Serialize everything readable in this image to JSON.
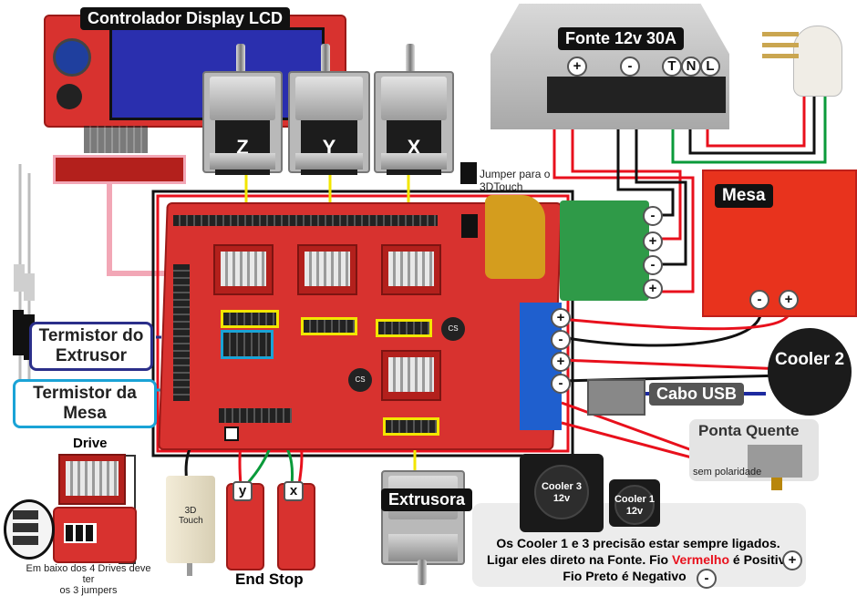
{
  "labels": {
    "lcd": "Controlador Display LCD",
    "psu": "Fonte 12v 30A",
    "psu_terms": [
      "+",
      "-",
      "T",
      "N",
      "L"
    ],
    "motor_z": "Z",
    "motor_y": "Y",
    "motor_x": "X",
    "jumper": "Jumper para o\n3DTouch",
    "mesa": "Mesa",
    "termistor_extrusor": "Termistor do\nExtrusor",
    "termistor_mesa": "Termistor da\nMesa",
    "cooler2": "Cooler 2",
    "cabo_usb": "Cabo USB",
    "ponta_quente": "Ponta Quente",
    "sem_polaridade": "sem polaridade",
    "drive": "Drive",
    "drive_note": "Em baixo dos 4 Drives deve ter\nos 3 jumpers",
    "end_stop": "End Stop",
    "endstop_y": "y",
    "endstop_x": "x",
    "touch": "3D Touch",
    "extrusora": "Extrusora",
    "cooler3": "Cooler 3\n12v",
    "cooler1": "Cooler 1\n12v",
    "note_line1": "Os Cooler 1 e 3 precisão estar sempre ligados.",
    "note_line2a": "Ligar eles direto na Fonte. Fio ",
    "note_line2b": "Vermelho",
    "note_line2c": " é Positivo",
    "note_line3": "Fio Preto é Negativo"
  },
  "terminal_signs": {
    "green_block": [
      "-",
      "+",
      "-",
      "+"
    ],
    "mesa_block": [
      "-",
      "+"
    ],
    "blue_block": [
      "+",
      "-",
      "+",
      "-"
    ],
    "note_plus": "+",
    "note_minus": "-"
  },
  "colors": {
    "wire_red": "#e8101c",
    "wire_black": "#111111",
    "wire_green": "#0a9a3a",
    "wire_yellow": "#f2e600",
    "wire_pink": "#f2a7b6",
    "board": "#d8322f",
    "callout_blue": "#2b2f8a",
    "callout_cyan": "#1aa3d6"
  }
}
